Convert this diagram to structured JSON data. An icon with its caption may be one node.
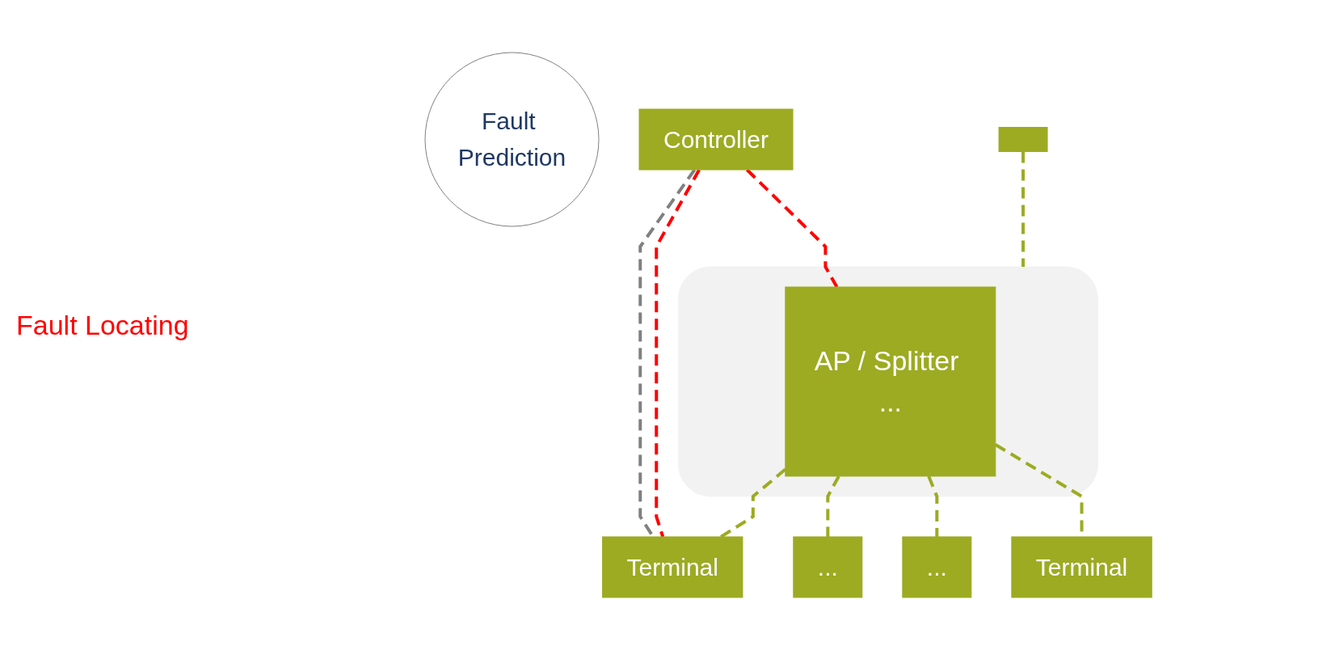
{
  "diagram": {
    "nodes": [
      {
        "text": [
          "Fault Prediction"
        ]
      },
      {
        "text": [
          "Controller"
        ]
      },
      {
        "text": [],
        "shape": "box"
      },
      {
        "text": [],
        "shape": "box"
      },
      {
        "text": [
          "AP / Splitter ..."
        ],
        "in": 3
      },
      {
        "text": [
          "Terminal"
        ]
      },
      {
        "text": [
          "..."
        ]
      },
      {
        "text": [
          "..."
        ]
      },
      {
        "text": [
          "Terminal"
        ]
      }
    ],
    "edges": [
      {
        "from": 1,
        "to": 5,
        "arrow": "none",
        "style": "dashed",
        "color": "#808080"
      },
      {
        "from": 1,
        "to": 4,
        "arrow": "none",
        "style": "dashed",
        "color": "#ff0000"
      },
      {
        "from": 1,
        "to": 5,
        "arrow": "none",
        "style": "dashed",
        "color": "#ff0000"
      },
      {
        "from": 2,
        "to": 3,
        "arrow": "none",
        "style": "dashed"
      },
      {
        "from": 4,
        "to": 5,
        "arrow": "none",
        "style": "dashed"
      },
      {
        "from": 4,
        "to": 6,
        "arrow": "none",
        "style": "dashed"
      },
      {
        "from": 4,
        "to": 7,
        "arrow": "none",
        "style": "dashed"
      },
      {
        "from": 4,
        "to": 8,
        "arrow": "none",
        "style": "dashed"
      }
    ],
    "labels": [
      "Fault Locating"
    ]
  }
}
